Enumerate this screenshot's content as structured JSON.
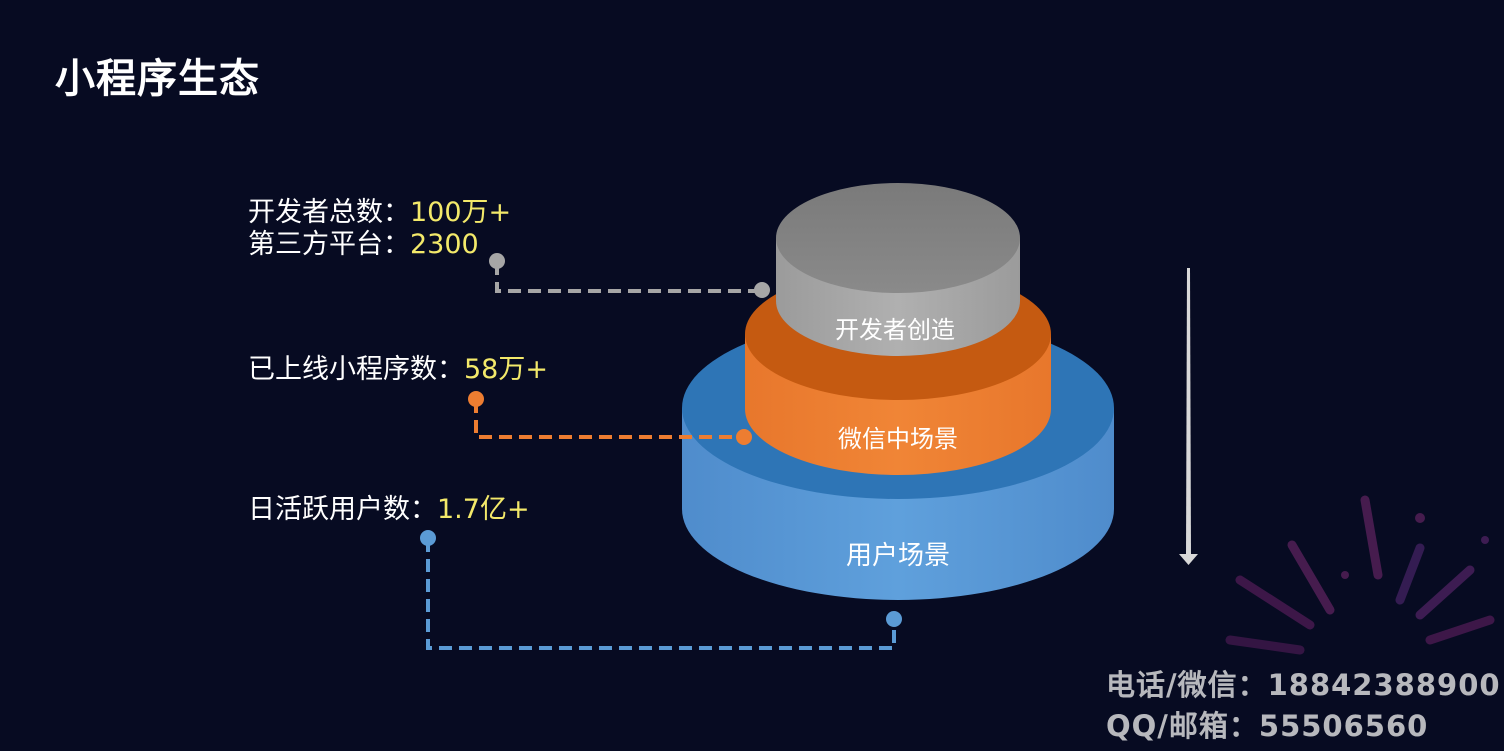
{
  "title": "小程序生态",
  "stats": {
    "developers": {
      "label": "开发者总数：",
      "value": "100万+"
    },
    "platforms": {
      "label": "第三方平台：",
      "value": "2300"
    },
    "mini_programs": {
      "label": "已上线小程序数：",
      "value": "58万+"
    },
    "dau": {
      "label": "日活跃用户数：",
      "value": "1.7亿+"
    }
  },
  "layers": {
    "top": "开发者创造",
    "middle": "微信中场景",
    "bottom": "用户场景"
  },
  "colors": {
    "background": "#070b22",
    "top_layer": "#a6a6a6",
    "middle_layer": "#ed7d31",
    "bottom_layer": "#5b9bd5",
    "value_text": "#f3e96a"
  },
  "contact": {
    "phone": "电话/微信：18842388900",
    "qq": "QQ/邮箱：55506560"
  }
}
